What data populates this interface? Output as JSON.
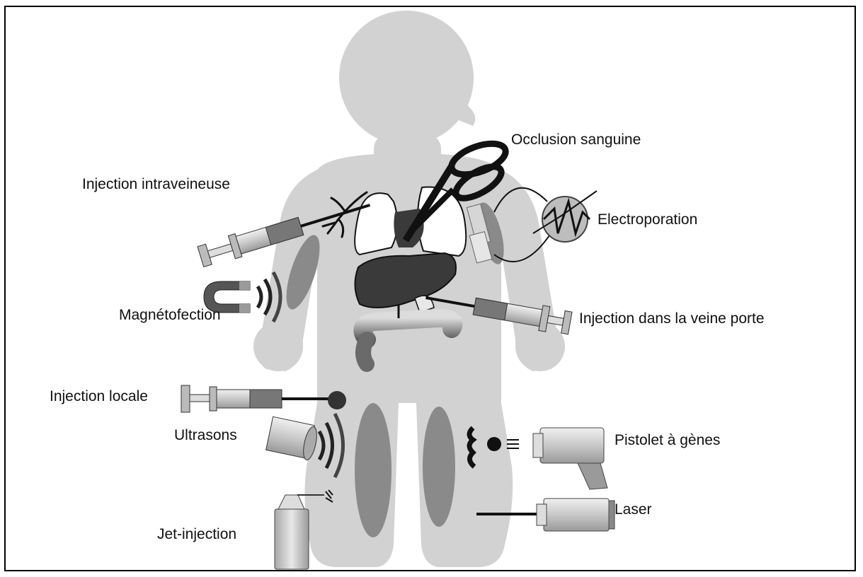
{
  "labels": {
    "occlusion": "Occlusion sanguine",
    "iv_injection": "Injection intraveineuse",
    "electroporation": "Electroporation",
    "magnetofection": "Magnétofection",
    "portal_injection": "Injection dans la veine porte",
    "local_injection": "Injection locale",
    "ultrasound": "Ultrasons",
    "gene_gun": "Pistolet à gènes",
    "laser": "Laser",
    "jet_injection": "Jet-injection"
  },
  "colors": {
    "body": "#d2d2d2",
    "organ_dark": "#3a3a3a",
    "muscle": "#8a8a8a",
    "tool_metal": "#cfcfcf",
    "line": "#111111"
  },
  "icons": [
    "syringe-icon",
    "scissors-icon",
    "magnet-icon",
    "ultrasound-probe-icon",
    "gene-gun-icon",
    "laser-device-icon",
    "jet-injector-icon",
    "electrode-icon"
  ]
}
